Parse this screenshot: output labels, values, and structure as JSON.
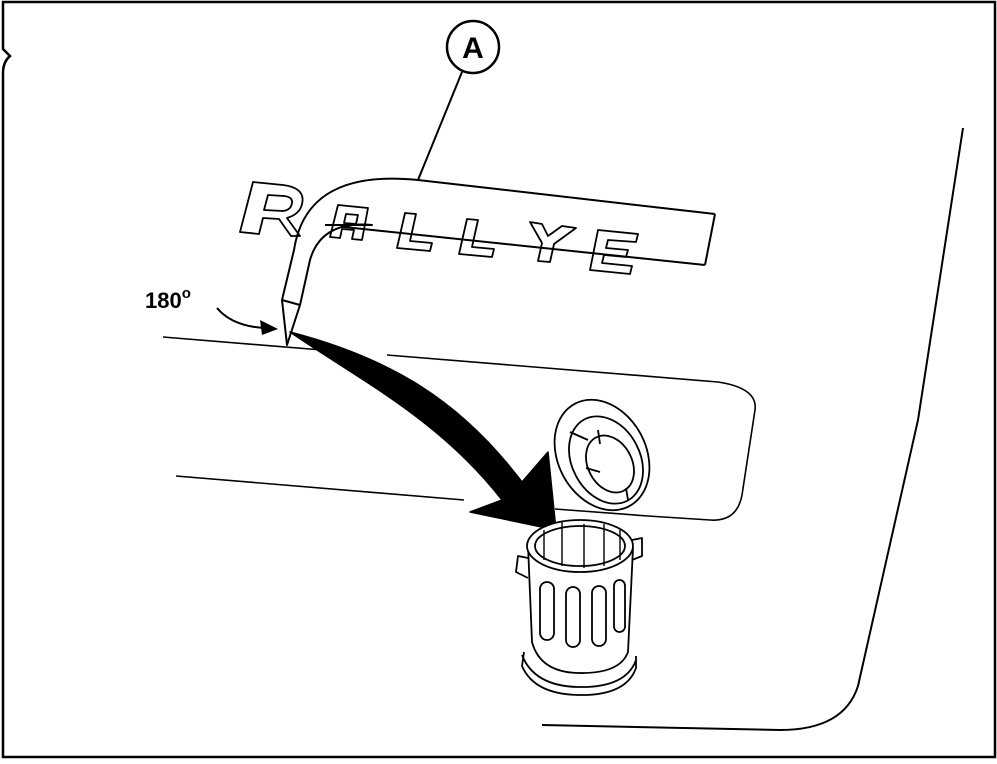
{
  "callout_label": "A",
  "angle_label": "180",
  "angle_unit": "o",
  "decal_text": "RALLYE",
  "colors": {
    "line": "#000000",
    "background": "#ffffff"
  },
  "icons": [
    "callout-circle",
    "curved-angle-arrow",
    "peeling-decal",
    "disposal-arrow",
    "trash-can"
  ]
}
